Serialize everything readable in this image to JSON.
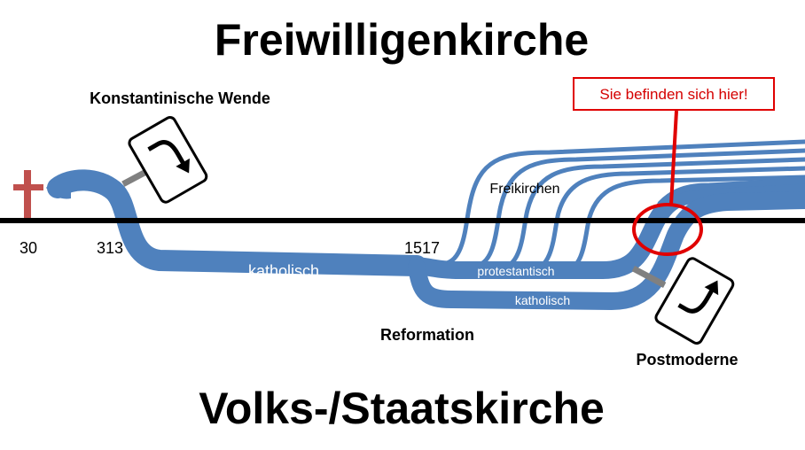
{
  "title_top": "Freiwilligenkirche",
  "title_bottom": "Volks-/Staatskirche",
  "events": {
    "konstantin": "Konstantinische Wende",
    "reformation": "Reformation",
    "postmoderne": "Postmoderne"
  },
  "years": [
    "30",
    "313",
    "1517"
  ],
  "streams": {
    "katholisch_main": "katholisch",
    "protestantisch": "protestantisch",
    "katholisch_lower": "katholisch",
    "freikirchen": "Freikirchen"
  },
  "callout": "Sie befinden sich hier!",
  "colors": {
    "stream": "#4f81bd",
    "line": "#000000",
    "cross": "#c0504d",
    "callout": "#e00000",
    "pole": "#808080"
  },
  "icons": {
    "cross": "cross-icon",
    "sign_konstantin": "turn-right-down-arrow-sign-icon",
    "sign_postmoderne": "turn-up-right-arrow-sign-icon"
  }
}
